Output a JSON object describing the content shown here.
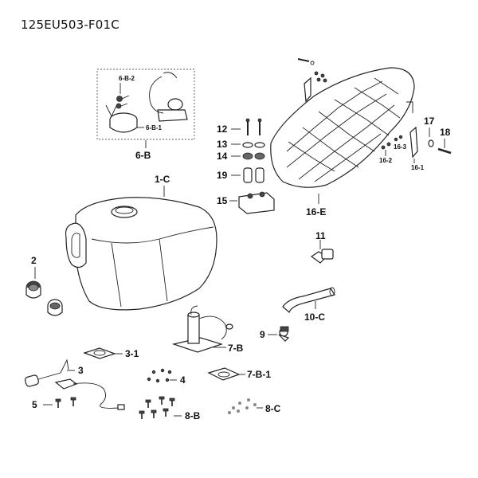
{
  "diagram_title": "125EU503-F01C",
  "labels": {
    "l_1c": "1-C",
    "l_2": "2",
    "l_3": "3",
    "l_3_1": "3-1",
    "l_4": "4",
    "l_5": "5",
    "l_6b": "6-B",
    "l_6b1": "6-B-1",
    "l_6b2": "6-B-2",
    "l_7b": "7-B",
    "l_7b1": "7-B-1",
    "l_8b": "8-B",
    "l_8c": "8-C",
    "l_9": "9",
    "l_10c": "10-C",
    "l_11": "11",
    "l_12": "12",
    "l_13": "13",
    "l_14": "14",
    "l_15": "15",
    "l_16e": "16-E",
    "l_16_1": "16-1",
    "l_16_2": "16-2",
    "l_16_3": "16-3",
    "l_17": "17",
    "l_18": "18",
    "l_19": "19"
  }
}
